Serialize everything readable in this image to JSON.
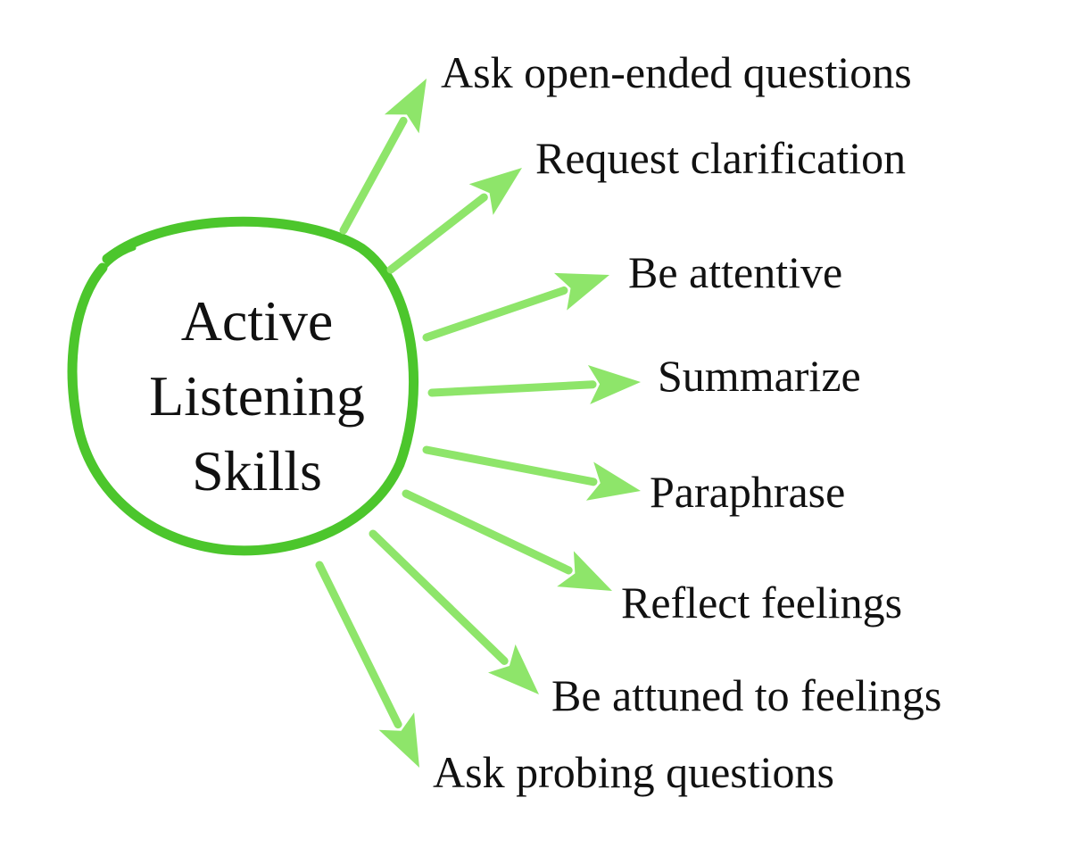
{
  "center": {
    "lines": [
      "Active",
      "Listening",
      "Skills"
    ]
  },
  "skills": [
    "Ask open-ended questions",
    "Request clarification",
    "Be attentive",
    "Summarize",
    "Paraphrase",
    "Reflect feelings",
    "Be attuned to feelings",
    "Ask probing questions"
  ],
  "colors": {
    "circle": "#4cc62c",
    "arrow": "#8ee56a",
    "text": "#111111",
    "background": "#ffffff"
  }
}
